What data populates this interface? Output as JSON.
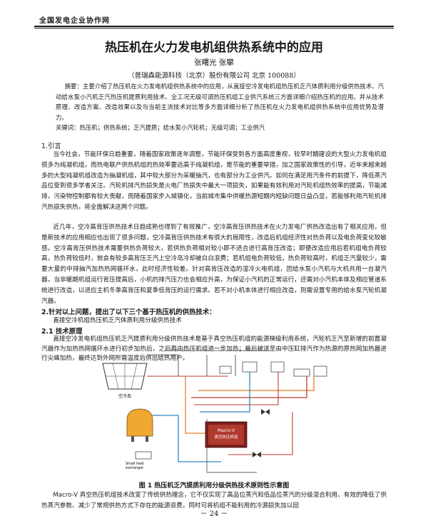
{
  "header": {
    "journal": "全国发电企业协作网"
  },
  "title": "热压机在火力发电机组供热系统中的应用",
  "authors": "张曙光    张攀",
  "affiliation": "（普瑞森能源科技（北京）股份有限公司    北京    100088）",
  "abstract": "摘要：主要介绍了热压机在火力发电机组供热系统中的应用，从直接空冷发电机组热压机乏汽体质利用分级供热技术、汽动给水泵小汽机乏汽热压机提质利用技术、全工况无级可调热压机组工业供汽系统三方面详细介绍热压机的应用。并从技术原理、改造方案、改造效果以及与当前主流技术对比等多方面详细分析了热压机在火力发电机组供热系统中应用优势及潜力。",
  "keywords": "关键词：热压机；供热系统；乏汽提质；给水泵小汽轮机；无级可调；工业供汽",
  "sections": {
    "intro_heading": "1.引言",
    "intro_p1": "当今社会，节能环保日趋重要，随着国家政策逐年调整，节能环保受到各方面高度重视，较早时期建设的大型火力发电机组很多为纯凝机组，而热电联产供热机组的热效率要远高于纯凝机组，是节能的重要举措，加之国家政策性的引导，近年来越来越多的大型纯凝机组改造为抽凝机组，其中较大部分为采暖抽汽，也有部分为工业供汽。如何在满足用汽条件的前提下，降低蒸汽品位受到很多学者关注。汽轮机排汽热损失是火电厂热损失中最大一项损失，如果能有效利用对汽轮机组热效率的提高，节能减排，污染物控制都有较大贡献，而随着国家步入城镇化，当前城市集中供暖热源短期内短缺问题日益凸显，若能够利用汽轮机排汽热损失供热，将全面解决这两个问题。",
    "intro_p2": "近几年，空冷高背压供热技术日趋成熟也得到了有效推广，空冷高背压供热技术在火力发电厂供热改造出有了相关应用，但是新技术的应用相应也出现了很多问题，空冷高背压供热技术有很大的局限性，改造后机组经济性对热负荷以及电负荷变化较敏感。空冷高背压供热技术需要供热负荷较大，若供热负荷相对较小即不适合进行高背压改造；即便改造应用后若机组电负荷较高，热负荷较低时，就会有较多高背压乏汽上空冷岛冷却被白白浪费；若机组电负荷较低，热负荷较高时，机组乏汽量较少，需要大量的中排抽汽加热热网循环水，此时经济性较差。针对高背压改造的湿冷火电机组，因给水泵小汽机与大机共用一台凝汽器，当非暖期机组运行背压提高后，小机的排汽压力也会相应升高，为保证小汽机的正常运行，还需对小汽机本体及相应管道系统进行改造，以适应主机冬季高背压和夏季低背压的运行需求。若不对小机本体进行相应改造，则需设置专用的给水泵汽轮机凝汽器。",
    "heading2": "2.针对以上问题，提出了以下三个基于热压机的供热技术：",
    "sub_heading": "直接空冷机组热压机乏汽体质利用分级供热技术",
    "h21": "2.1    技术原理",
    "p21": "直接空冷发电机组热压机乏汽提质利用分级供热技术是基于真空热压机组的能源梯级利用系统，汽轮机乏汽至新增的前置凝汽器作为加热热网循环水进行初步加热后，之后再由热压机组进一步加热；最后被送至由中压缸排汽作为热源的原热网加热器进行尖峰加热，最终达到外网所需温度后供出给热用户。",
    "caption": "图 1 热压机乏汽提质利用分级供热技术原则性示意图",
    "p_last": "Macro-V 真空热压机组技术改变了传统供热理念，它不仅实现了高品位蒸汽和低品位蒸汽的分级混合利用、有效的降低了供热蒸汽参数、减少了常规供热方式下存在的能源浪费，同时可将机组不能利用的冷源损失加以回"
  },
  "figure": {
    "label_cooling": "空冷岛",
    "label_macro": "Macro-V",
    "label_macro2": "真空热压机组",
    "label_small": "Small heat",
    "label_small2": "exchanger",
    "colors": {
      "pipe_red": "#c0392b",
      "pipe_orange": "#e67e22",
      "pipe_blue": "#2e86c1",
      "unit": "#7b1e1e"
    }
  },
  "footer": {
    "page": "－ 24 －"
  }
}
